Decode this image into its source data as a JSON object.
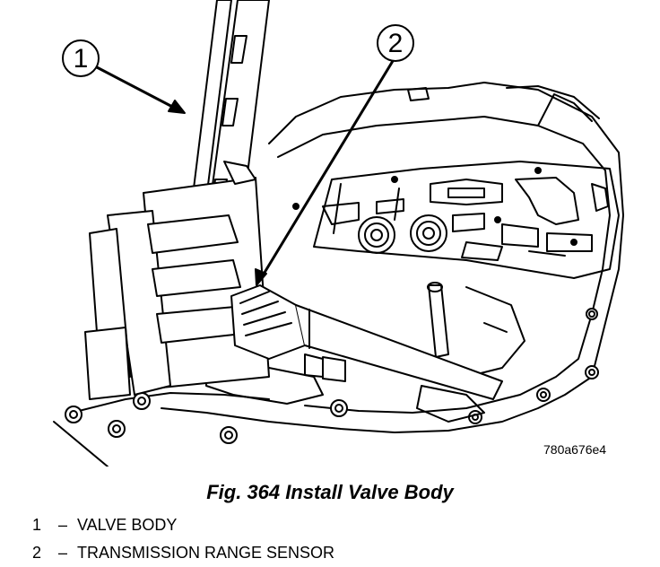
{
  "figure": {
    "callouts": [
      {
        "number": "1"
      },
      {
        "number": "2"
      }
    ],
    "code": "780a676e4"
  },
  "caption": "Fig. 364 Install Valve Body",
  "legend": [
    {
      "number": "1",
      "dash": "–",
      "label": "VALVE BODY"
    },
    {
      "number": "2",
      "dash": "–",
      "label": "TRANSMISSION RANGE SENSOR"
    }
  ]
}
